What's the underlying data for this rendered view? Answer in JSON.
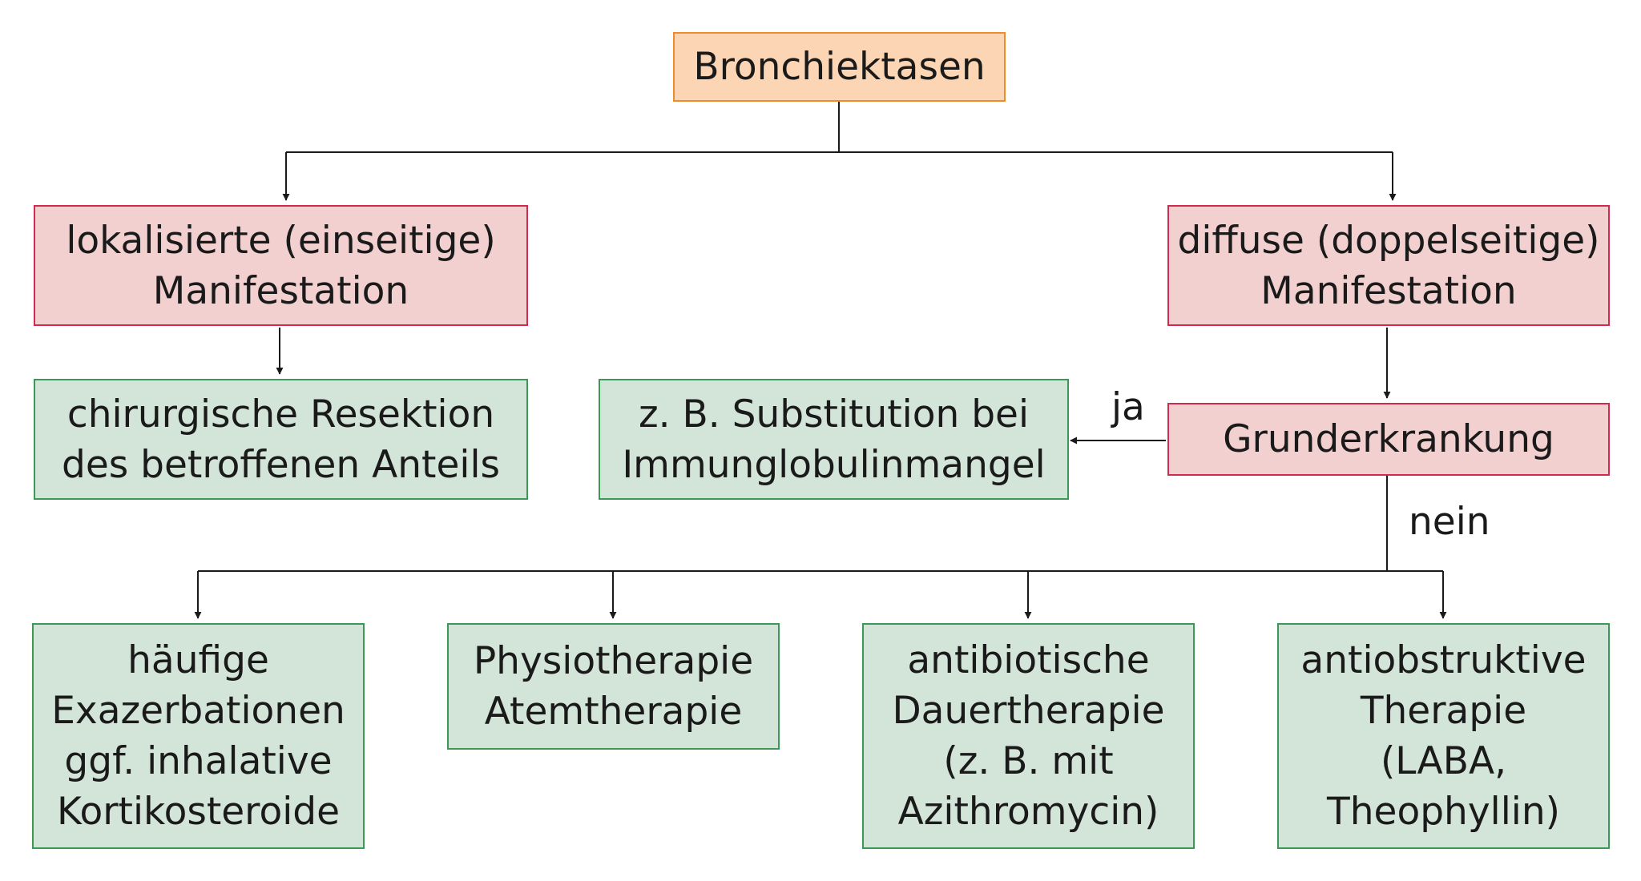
{
  "root": {
    "text": "Bronchiektasen"
  },
  "localized": {
    "line1": "lokalisierte (einseitige)",
    "line2": "Manifestation"
  },
  "diffuse": {
    "line1": "diffuse (doppelseitige)",
    "line2": "Manifestation"
  },
  "resection": {
    "line1": "chirurgische Resektion",
    "line2": "des betroffenen Anteils"
  },
  "substitution": {
    "line1": "z. B. Substitution bei",
    "line2": "Immunglobulinmangel"
  },
  "underlying": {
    "text": "Grunderkrankung"
  },
  "yes_label": "ja",
  "no_label": "nein",
  "exacerbations": {
    "line1": "häufige",
    "line2": "Exazerbationen",
    "line3": "ggf. inhalative",
    "line4": "Kortikosteroide"
  },
  "physio": {
    "line1": "Physiotherapie",
    "line2": "Atemtherapie"
  },
  "antibiotic": {
    "line1": "antibiotische",
    "line2": "Dauertherapie",
    "line3": "(z. B. mit",
    "line4": "Azithromycin)"
  },
  "antiobstructive": {
    "line1": "antiobstruktive",
    "line2": "Therapie",
    "line3": "(LABA,",
    "line4": "Theophyllin)"
  },
  "colors": {
    "root_fill": "#fcd5b4",
    "root_border": "#ec8d2d",
    "condition_fill": "#f2d0d0",
    "condition_border": "#d4294e",
    "therapy_fill": "#d3e4d8",
    "therapy_border": "#3a9a55",
    "connector": "#1a1a1a"
  }
}
